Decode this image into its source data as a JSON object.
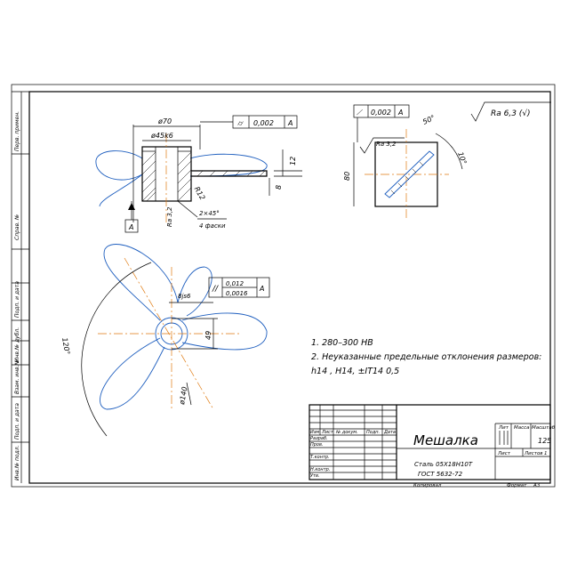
{
  "drawing": {
    "title": "Мешалка",
    "material": "Сталь 05Х18Н10Т",
    "material_standard": "ГОСТ 5632-72",
    "mass": "125",
    "sheet_label": "Лист",
    "sheets_label": "Листов",
    "sheets_count": "1",
    "copied_label": "Копировал",
    "format_label": "Формат",
    "format_value": "А3",
    "lit_label": "Лит",
    "mass_label": "Масса",
    "scale_label": "Масштаб",
    "tb_headers": [
      "Изм",
      "Лист",
      "№ докум.",
      "Подп.",
      "Дата"
    ],
    "tb_roles": [
      "Разраб.",
      "Пров.",
      "Т.контр.",
      "Н.контр.",
      "Утв."
    ]
  },
  "notes": {
    "line1": "1. 280–300 НВ",
    "line2": "2. Неуказанные предельные отклонения размеров:",
    "line3": "h14 , H14, ±IT14 0,5"
  },
  "side_strip": [
    "Инв.№ подл.",
    "Подп. и дата",
    "Взам. инв.№",
    "Инв.№ дубл.",
    "Подп. и дата",
    "Справ. №",
    "Перв. примен."
  ],
  "roughness": {
    "main": "Ra 6,3 (√)",
    "local": "Ra 3,2"
  },
  "tolerances": {
    "perp_value": "0,002",
    "perp_datum": "A",
    "flat_value": "0,002",
    "flat_datum": "A",
    "par_value_1": "0,012",
    "par_value_2": "0,0016",
    "par_datum": "A"
  },
  "dims": {
    "d70": "ø70",
    "d45": "ø45k6",
    "r12": "R12",
    "ra32": "Ra 3,2",
    "t12": "12",
    "t8": "8",
    "chamfer": "2×45°",
    "chamfer_note": "4 фаски",
    "datum": "A",
    "w8": "8js6",
    "h49": "49",
    "a120": "120°",
    "d140": "ø140",
    "a50": "50°",
    "a10": "10°",
    "h80": "80"
  }
}
